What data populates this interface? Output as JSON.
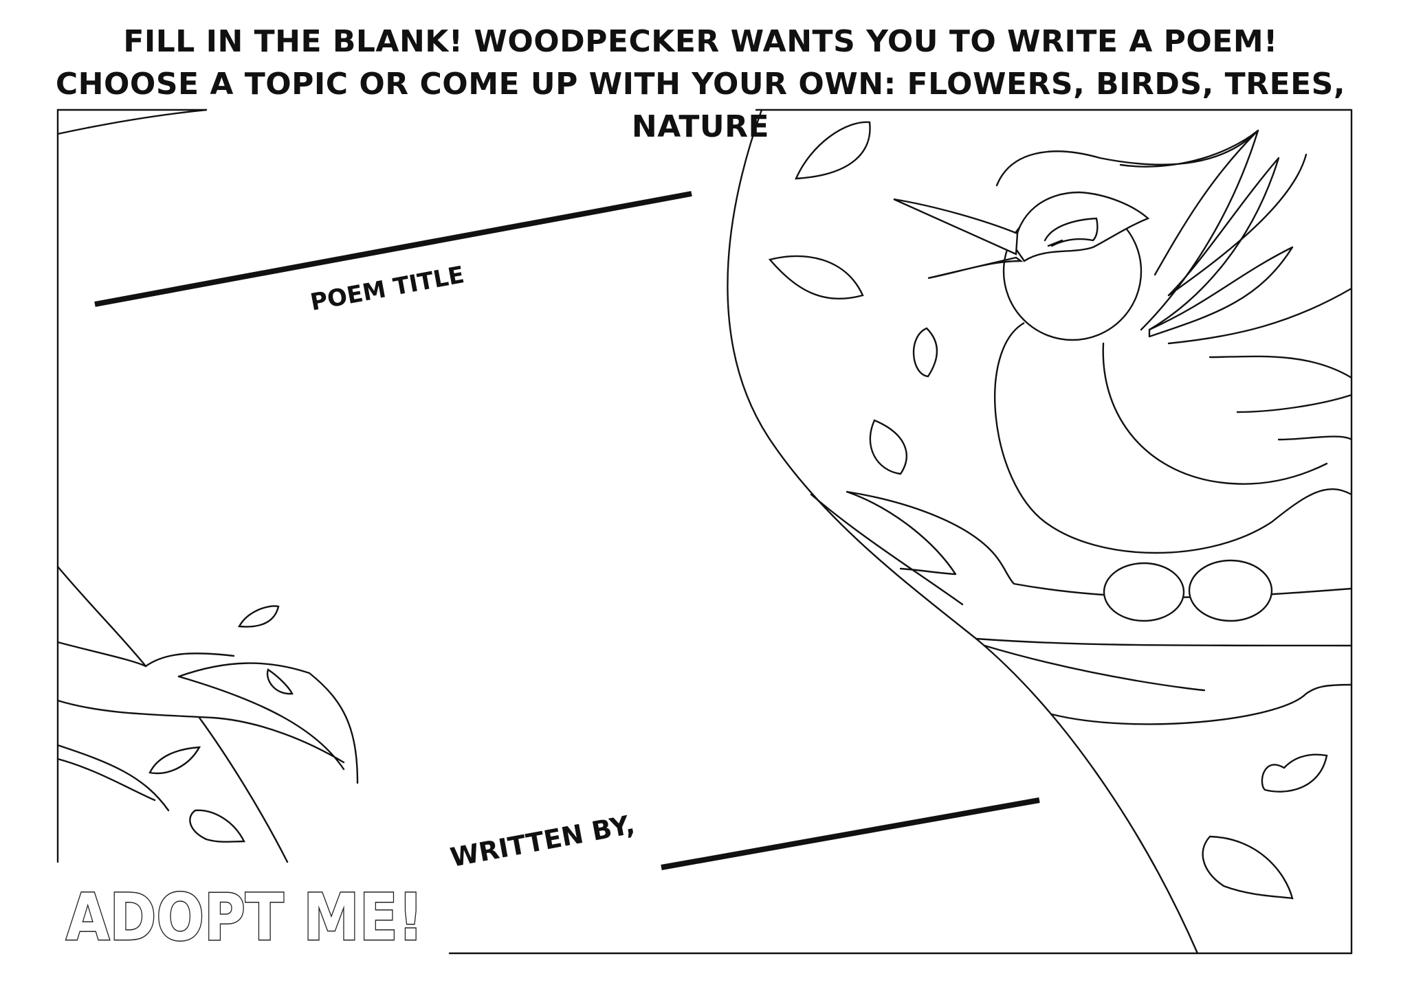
{
  "header": {
    "line1_lead": "FILL IN THE BLANK!",
    "line1_rest": "WOODPECKER WANTS YOU TO WRITE A POEM!",
    "line2": "CHOOSE A TOPIC OR COME UP WITH YOUR OWN: FLOWERS, BIRDS, TREES, NATURE"
  },
  "labels": {
    "poem_title": "POEM TITLE",
    "written_by": "WRITTEN BY,"
  },
  "logo": {
    "text": "ADOPT ME!"
  },
  "colors": {
    "ink": "#111111",
    "paper": "#ffffff"
  }
}
